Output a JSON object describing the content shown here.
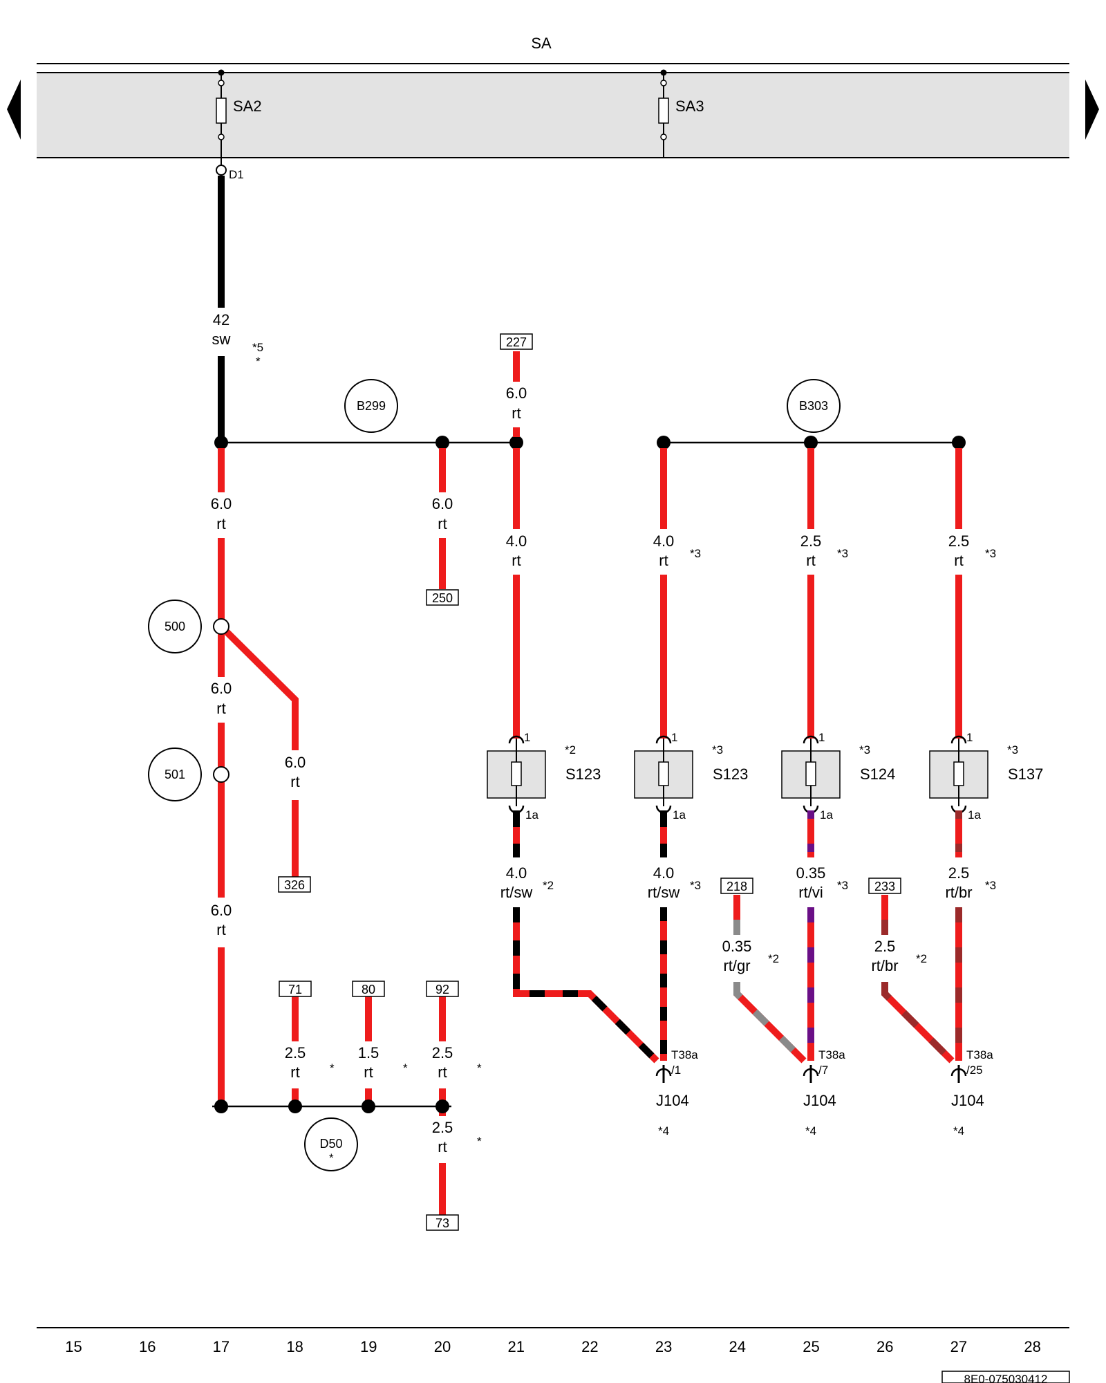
{
  "header": {
    "bus_label": "SA"
  },
  "fuses": {
    "sa2": "SA2",
    "sa3": "SA3"
  },
  "points": {
    "d1": "D1"
  },
  "wires": {
    "w17_top": {
      "size": "42",
      "color": "sw"
    },
    "w17_a": {
      "size": "6.0",
      "color": "rt"
    },
    "w17_b": {
      "size": "6.0",
      "color": "rt"
    },
    "w17_c": {
      "size": "6.0",
      "color": "rt"
    },
    "w18": {
      "size": "6.0",
      "color": "rt"
    },
    "w20": {
      "size": "6.0",
      "color": "rt"
    },
    "w21_top": {
      "size": "6.0",
      "color": "rt"
    },
    "w21_mid": {
      "size": "4.0",
      "color": "rt"
    },
    "w23_mid": {
      "size": "4.0",
      "color": "rt"
    },
    "w25_mid": {
      "size": "2.5",
      "color": "rt"
    },
    "w27_mid": {
      "size": "2.5",
      "color": "rt"
    },
    "w21_bot": {
      "size": "4.0",
      "color": "rt/sw"
    },
    "w23_bot": {
      "size": "4.0",
      "color": "rt/sw"
    },
    "w24_bot": {
      "size": "0.35",
      "color": "rt/gr"
    },
    "w25_bot": {
      "size": "0.35",
      "color": "rt/vi"
    },
    "w26_bot": {
      "size": "2.5",
      "color": "rt/br"
    },
    "w27_bot": {
      "size": "2.5",
      "color": "rt/br"
    },
    "d18": {
      "size": "2.5",
      "color": "rt"
    },
    "d19": {
      "size": "1.5",
      "color": "rt"
    },
    "d20": {
      "size": "2.5",
      "color": "rt"
    },
    "d20_low": {
      "size": "2.5",
      "color": "rt"
    }
  },
  "footnotes": {
    "n5": "*5",
    "star": "*",
    "n2": "*2",
    "n3": "*3",
    "n4": "*4"
  },
  "circles": {
    "b299": "B299",
    "b303": "B303",
    "c500": "500",
    "c501": "501",
    "d50": "D50"
  },
  "refs": {
    "r227": "227",
    "r250": "250",
    "r326": "326",
    "r71": "71",
    "r80": "80",
    "r92": "92",
    "r73": "73",
    "r218": "218",
    "r233": "233"
  },
  "relays": {
    "r21": "S123",
    "r23": "S123",
    "r25": "S124",
    "r27": "S137",
    "pin_in": "1",
    "pin_out": "1a"
  },
  "connectors": {
    "t38a": "T38a",
    "pin1": "/1",
    "pin7": "/7",
    "pin25": "/25",
    "j104": "J104"
  },
  "columns": [
    "15",
    "16",
    "17",
    "18",
    "19",
    "20",
    "21",
    "22",
    "23",
    "24",
    "25",
    "26",
    "27",
    "28"
  ],
  "doc_id": "8E0-075030412",
  "colors": {
    "red": "#ee1c1c",
    "black": "#000000",
    "grey": "#8a8a8a",
    "violet": "#6a0f86",
    "brown": "#9b2a2a",
    "panel": "#e3e3e3"
  }
}
